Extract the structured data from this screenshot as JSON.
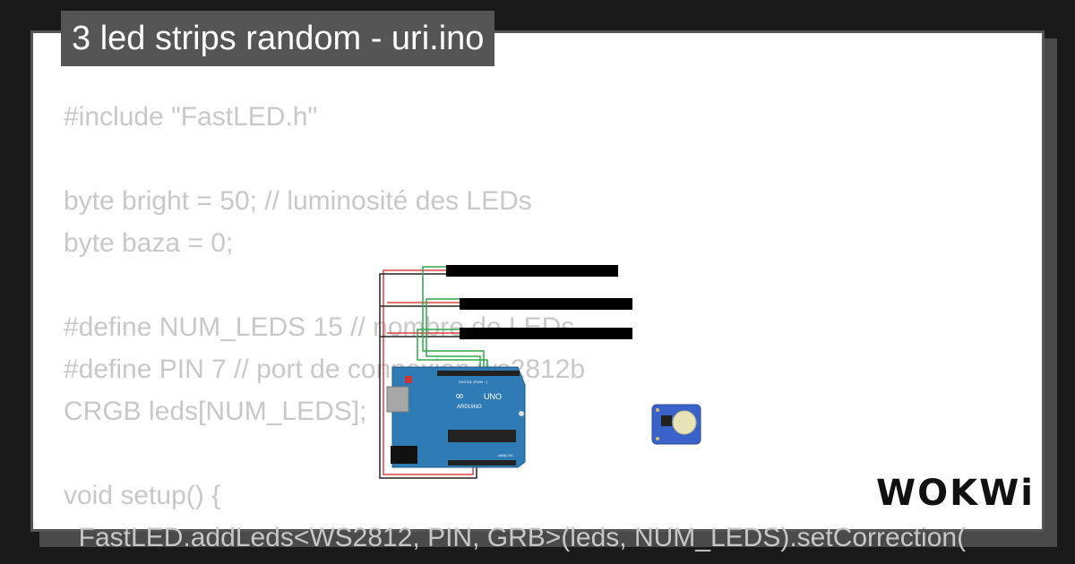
{
  "project": {
    "title": "3 led strips random - uri.ino"
  },
  "code_lines": [
    "#include \"FastLED.h\"",
    "",
    "byte bright = 50; // luminosité des LEDs",
    "byte baza = 0;",
    "",
    "#define NUM_LEDS 15 // nombre de LEDs",
    "#define PIN 7 // port de connexion ws2812b",
    "CRGB leds[NUM_LEDS];",
    "",
    "void setup() {",
    "  FastLED.addLeds<WS2812, PIN, GRB>(leds, NUM_LEDS).setCorrection("
  ],
  "board": {
    "brand": "ARDUINO",
    "model": "UNO",
    "header_label": "DIGITAL (PWM ~)",
    "analog_label": "ANALOG"
  },
  "brand": {
    "logo_text": "WOKWi"
  },
  "colors": {
    "board_blue": "#2e7bb5",
    "wire_red": "#e04040",
    "wire_green": "#2ea84a",
    "wire_black": "#222222",
    "strip": "#000000",
    "module_blue": "#3a63c9"
  }
}
